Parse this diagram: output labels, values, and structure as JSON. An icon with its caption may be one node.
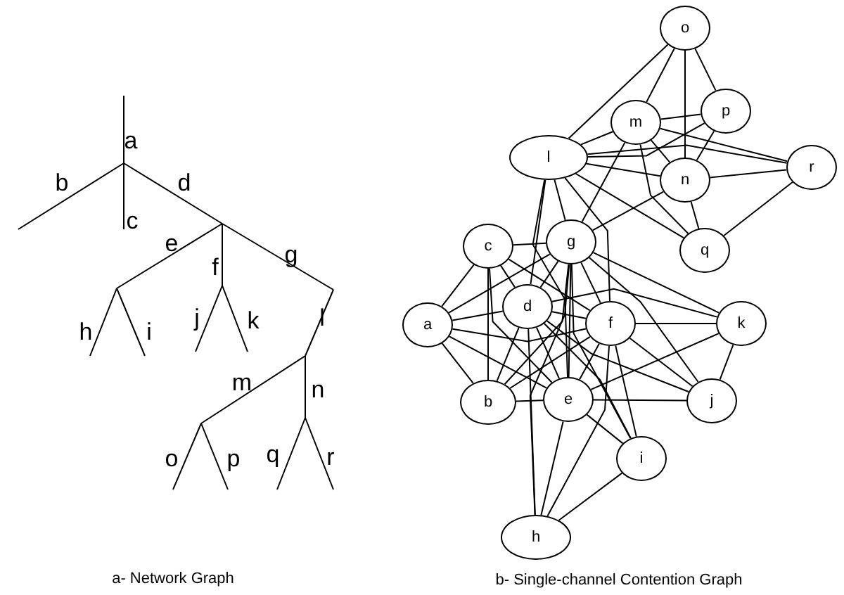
{
  "diagram": {
    "nodes": [
      {
        "text": [
          "o"
        ]
      },
      {
        "text": [
          "m"
        ]
      },
      {
        "text": [
          "p"
        ]
      },
      {
        "text": [
          "l"
        ]
      },
      {
        "text": [
          "r"
        ]
      },
      {
        "text": [
          "n"
        ]
      },
      {
        "text": [
          "g"
        ]
      },
      {
        "text": [
          "c"
        ]
      },
      {
        "text": [
          "q"
        ]
      },
      {
        "text": [
          "d"
        ]
      },
      {
        "text": [
          "a"
        ]
      },
      {
        "text": [
          "f"
        ]
      },
      {
        "text": [
          "k"
        ]
      },
      {
        "text": [
          "b"
        ]
      },
      {
        "text": [
          "e"
        ]
      },
      {
        "text": [
          "j"
        ]
      },
      {
        "text": [
          "i"
        ]
      },
      {
        "text": [
          "h"
        ]
      }
    ],
    "edges": [
      {
        "from": 10,
        "to": 13,
        "arrow": "none"
      },
      {
        "from": 10,
        "to": 7,
        "arrow": "none"
      },
      {
        "from": 10,
        "to": 9,
        "arrow": "none"
      },
      {
        "from": 10,
        "to": 14,
        "arrow": "none"
      },
      {
        "from": 10,
        "to": 11,
        "arrow": "none"
      },
      {
        "from": 10,
        "to": 6,
        "arrow": "none"
      },
      {
        "from": 13,
        "to": 7,
        "arrow": "none"
      },
      {
        "from": 13,
        "to": 9,
        "arrow": "none"
      },
      {
        "from": 13,
        "to": 14,
        "arrow": "none"
      },
      {
        "from": 13,
        "to": 11,
        "arrow": "none"
      },
      {
        "from": 13,
        "to": 6,
        "arrow": "none"
      },
      {
        "from": 7,
        "to": 9,
        "arrow": "none"
      },
      {
        "from": 7,
        "to": 14,
        "arrow": "none"
      },
      {
        "from": 7,
        "to": 11,
        "arrow": "none"
      },
      {
        "from": 7,
        "to": 6,
        "arrow": "none"
      },
      {
        "from": 9,
        "to": 14,
        "arrow": "none"
      },
      {
        "from": 9,
        "to": 11,
        "arrow": "none"
      },
      {
        "from": 9,
        "to": 6,
        "arrow": "none"
      },
      {
        "from": 9,
        "to": 17,
        "arrow": "none"
      },
      {
        "from": 9,
        "to": 16,
        "arrow": "none"
      },
      {
        "from": 9,
        "to": 15,
        "arrow": "none"
      },
      {
        "from": 9,
        "to": 12,
        "arrow": "none"
      },
      {
        "from": 9,
        "to": 3,
        "arrow": "none"
      },
      {
        "from": 14,
        "to": 11,
        "arrow": "none"
      },
      {
        "from": 14,
        "to": 6,
        "arrow": "none"
      },
      {
        "from": 14,
        "to": 17,
        "arrow": "none"
      },
      {
        "from": 14,
        "to": 16,
        "arrow": "none"
      },
      {
        "from": 14,
        "to": 15,
        "arrow": "none"
      },
      {
        "from": 14,
        "to": 12,
        "arrow": "none"
      },
      {
        "from": 14,
        "to": 3,
        "arrow": "none"
      },
      {
        "from": 11,
        "to": 6,
        "arrow": "none"
      },
      {
        "from": 11,
        "to": 17,
        "arrow": "none"
      },
      {
        "from": 11,
        "to": 16,
        "arrow": "none"
      },
      {
        "from": 11,
        "to": 15,
        "arrow": "none"
      },
      {
        "from": 11,
        "to": 12,
        "arrow": "none"
      },
      {
        "from": 11,
        "to": 3,
        "arrow": "none"
      },
      {
        "from": 6,
        "to": 17,
        "arrow": "none"
      },
      {
        "from": 6,
        "to": 16,
        "arrow": "none"
      },
      {
        "from": 6,
        "to": 15,
        "arrow": "none"
      },
      {
        "from": 6,
        "to": 12,
        "arrow": "none"
      },
      {
        "from": 6,
        "to": 3,
        "arrow": "none"
      },
      {
        "from": 6,
        "to": 1,
        "arrow": "none"
      },
      {
        "from": 6,
        "to": 5,
        "arrow": "none"
      },
      {
        "from": 17,
        "to": 16,
        "arrow": "none"
      },
      {
        "from": 15,
        "to": 12,
        "arrow": "none"
      },
      {
        "from": 3,
        "to": 1,
        "arrow": "none"
      },
      {
        "from": 3,
        "to": 5,
        "arrow": "none"
      },
      {
        "from": 3,
        "to": 0,
        "arrow": "none"
      },
      {
        "from": 3,
        "to": 2,
        "arrow": "none"
      },
      {
        "from": 3,
        "to": 8,
        "arrow": "none"
      },
      {
        "from": 3,
        "to": 4,
        "arrow": "none"
      },
      {
        "from": 1,
        "to": 5,
        "arrow": "none"
      },
      {
        "from": 1,
        "to": 0,
        "arrow": "none"
      },
      {
        "from": 1,
        "to": 2,
        "arrow": "none"
      },
      {
        "from": 1,
        "to": 8,
        "arrow": "none"
      },
      {
        "from": 1,
        "to": 4,
        "arrow": "none"
      },
      {
        "from": 5,
        "to": 0,
        "arrow": "none"
      },
      {
        "from": 5,
        "to": 2,
        "arrow": "none"
      },
      {
        "from": 5,
        "to": 8,
        "arrow": "none"
      },
      {
        "from": 5,
        "to": 4,
        "arrow": "none"
      },
      {
        "from": 0,
        "to": 2,
        "arrow": "none"
      },
      {
        "from": 8,
        "to": 4,
        "arrow": "none"
      }
    ],
    "labels": [
      "a",
      "b",
      "d",
      "c",
      "e",
      "f",
      "g",
      "h",
      "i",
      "j",
      "k",
      "l",
      "m",
      "n",
      "o",
      "p",
      "q",
      "r",
      "a- Network Graph",
      "b- Single-channel Contention Graph"
    ]
  }
}
